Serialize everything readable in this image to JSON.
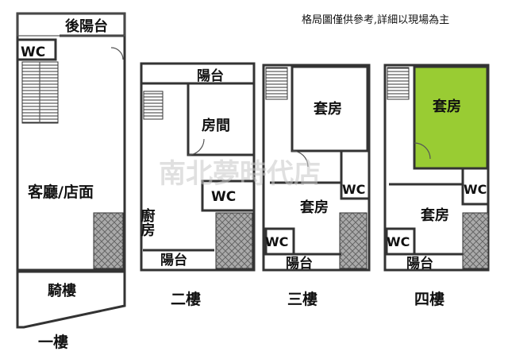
{
  "note": "格局圖僅供參考,詳細以現場為主",
  "watermark": "南北夢時代店",
  "highlight_color": "#99cc33",
  "floors": [
    {
      "name": "一樓",
      "rooms": [
        "後陽台",
        "WC",
        "客廳/店面",
        "騎樓"
      ]
    },
    {
      "name": "二樓",
      "rooms": [
        "陽台",
        "房間",
        "WC",
        "廚房",
        "陽台"
      ]
    },
    {
      "name": "三樓",
      "rooms": [
        "套房",
        "WC",
        "套房",
        "WC",
        "陽台"
      ]
    },
    {
      "name": "四樓",
      "rooms": [
        "套房",
        "WC",
        "套房",
        "WC",
        "陽台"
      ]
    }
  ]
}
